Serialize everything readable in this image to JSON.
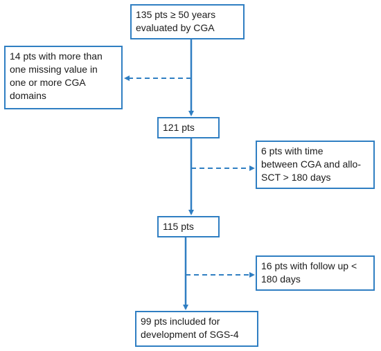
{
  "flowchart": {
    "colors": {
      "line": "#2f7ec2",
      "text": "#1a1a1a",
      "background": "#ffffff"
    },
    "boxes": {
      "start": "135 pts ≥ 50 years\nevaluated by CGA",
      "excluded_1": "14 pts with more than\none missing value in\none or more CGA\ndomains",
      "step_1": "121 pts",
      "excluded_2": "6 pts with time\nbetween CGA and allo-\nSCT > 180 days",
      "step_2": "115 pts",
      "excluded_3": "16 pts with follow up <\n180 days",
      "final": "99 pts included for\ndevelopment of SGS-4"
    }
  }
}
